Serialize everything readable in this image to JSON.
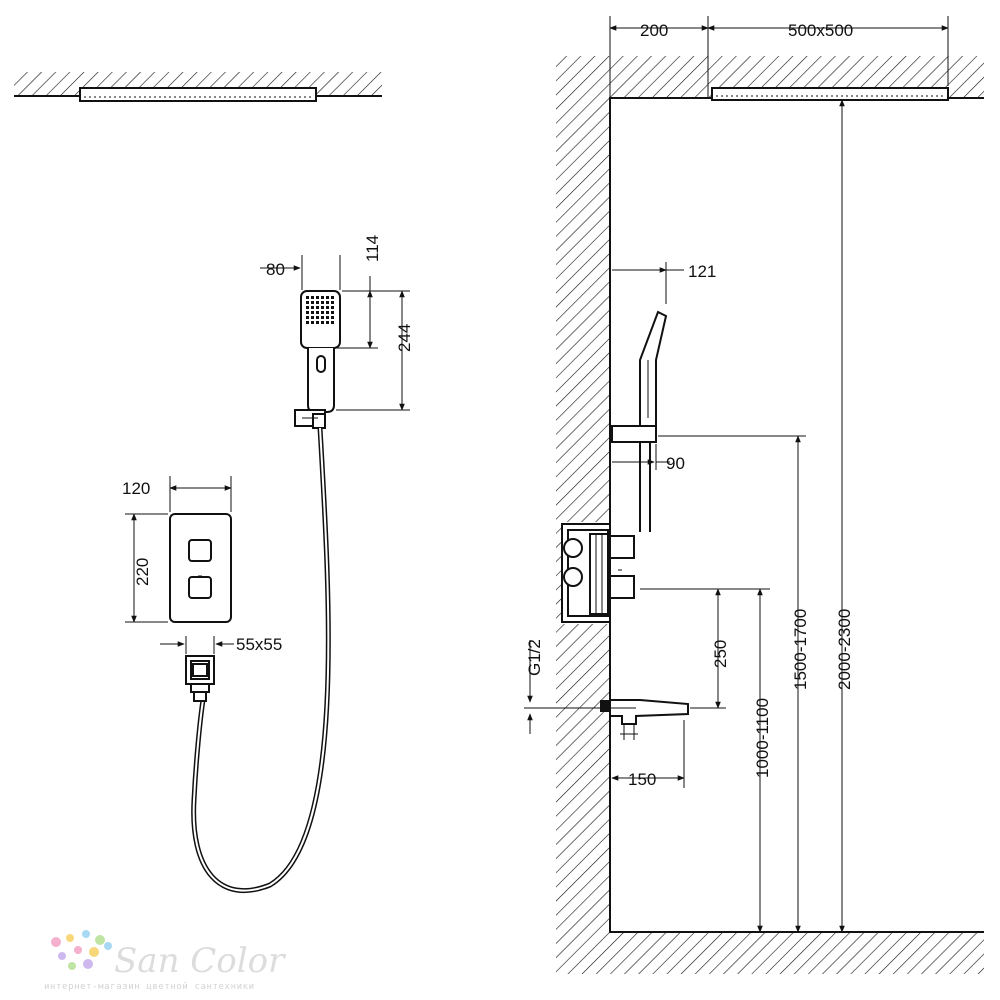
{
  "front_view": {
    "handshower": {
      "width": "80",
      "head_height": "114",
      "total_height": "244"
    },
    "thermostat_panel": {
      "width": "120",
      "height": "220"
    },
    "wall_outlet": {
      "size": "55x55"
    }
  },
  "side_view": {
    "wall_offset": "200",
    "rain_shower": "500x500",
    "handshower_projection": "121",
    "holder_projection": "90",
    "thread": "G1/2",
    "spout_length": "150",
    "mixer_to_spout": "250",
    "spout_height": "1000-1100",
    "holder_height": "1500-1700",
    "ceiling_height": "2000-2300"
  },
  "logo": {
    "name": "San Color",
    "tagline": "интернет-магазин цветной сантехники"
  },
  "colors": {
    "line": "#111111",
    "logo_text": "#d9d9d9",
    "dots": [
      "#f4a8c8",
      "#f7d36b",
      "#9fd4f2",
      "#b7e39a",
      "#c9b2ee"
    ]
  }
}
